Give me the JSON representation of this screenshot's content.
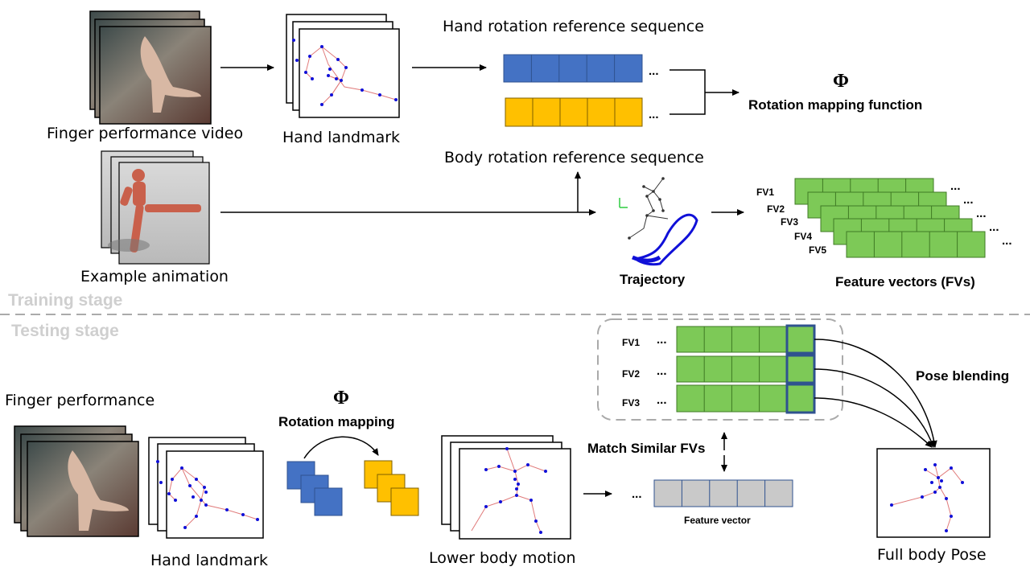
{
  "labels": {
    "finger_video": "Finger performance video",
    "hand_landmark_top": "Hand landmark",
    "hand_rot_seq": "Hand rotation reference sequence",
    "body_rot_seq": "Body rotation reference sequence",
    "phi_symbol": "Φ",
    "rotation_mapping_function": "Rotation  mapping  function",
    "example_animation": "Example animation",
    "trajectory": "Trajectory",
    "feature_vectors": "Feature vectors (FVs)",
    "training_stage": "Training stage",
    "testing_stage": "Testing stage",
    "finger_performance": "Finger performance",
    "hand_landmark_bottom": "Hand landmark",
    "rotation_mapping": "Rotation  mapping",
    "lower_body_motion": "Lower body motion",
    "match_similar": "Match Similar  FVs",
    "feature_vector": "Feature vector",
    "pose_blending": "Pose blending",
    "full_body_pose": "Full body Pose",
    "ellipsis": "..."
  },
  "fv_labels_top": [
    "FV1",
    "FV2",
    "FV3",
    "FV4",
    "FV5"
  ],
  "fv_labels_bottom": [
    "FV1",
    "FV2",
    "FV3"
  ],
  "colors": {
    "blue": "#4472c4",
    "yellow": "#ffc000",
    "green": "#7dc957",
    "gray": "#c9c9c9",
    "landmark_dot": "#1010d8",
    "landmark_line": "#e07a7a",
    "stage_text": "#cfcfcf",
    "dashed": "#aaaaaa"
  }
}
